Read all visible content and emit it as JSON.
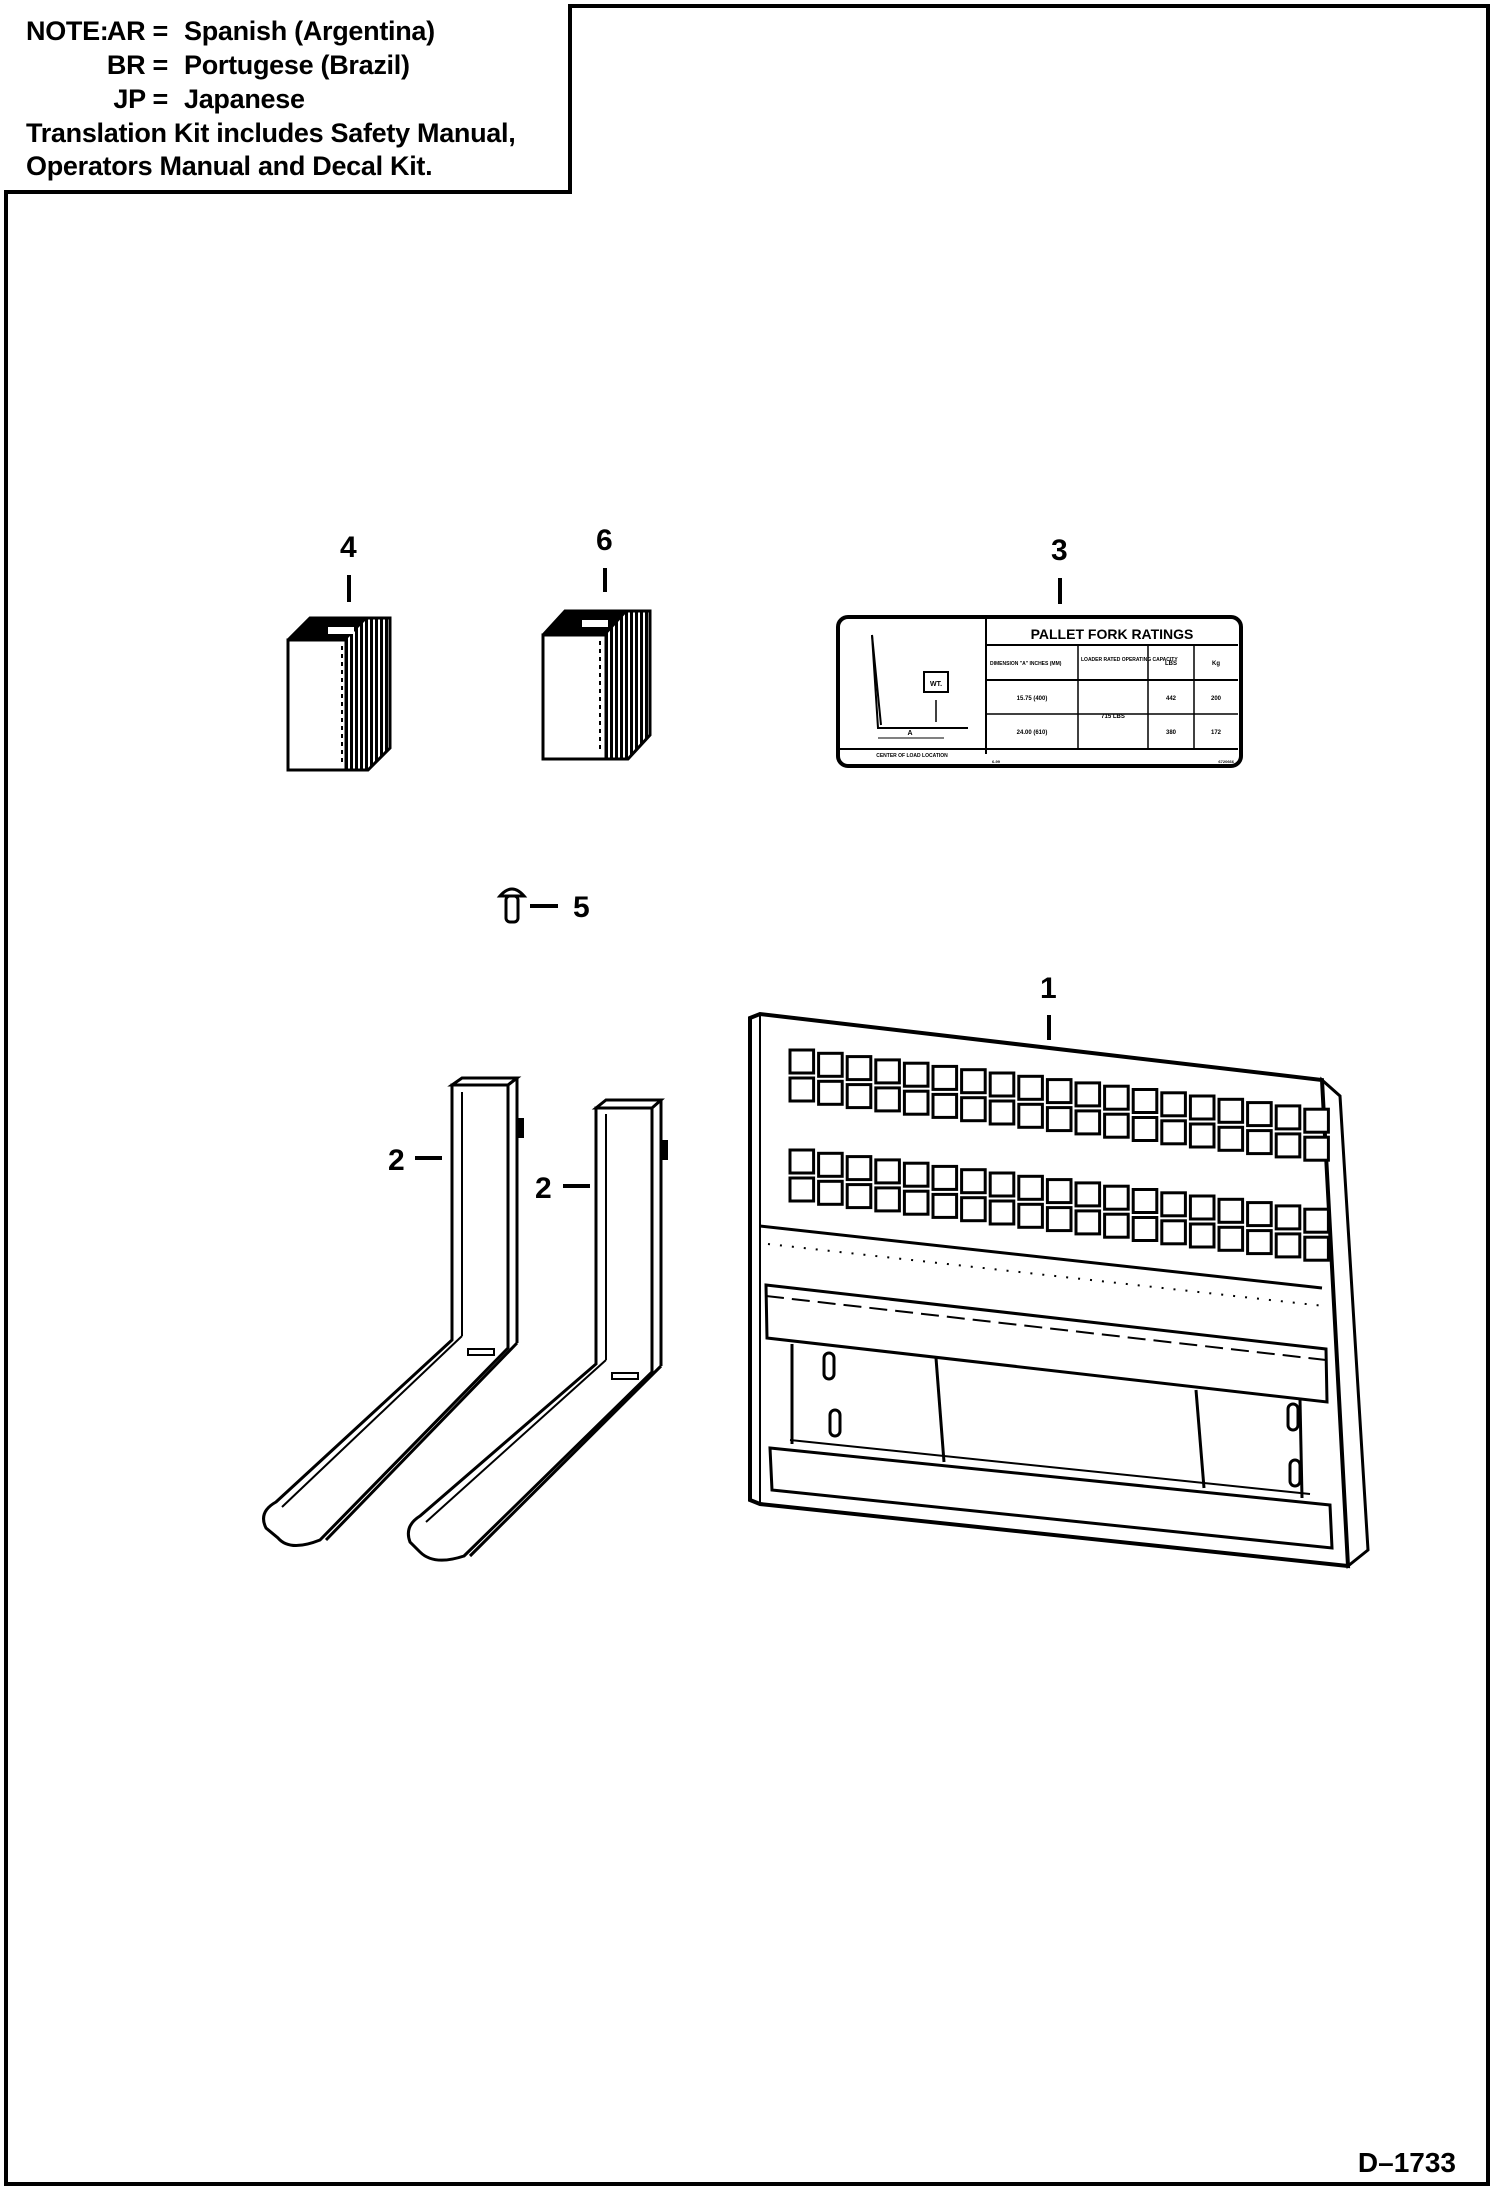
{
  "note": {
    "prefix": "NOTE:",
    "languages": [
      {
        "code": "AR =",
        "name": "Spanish (Argentina)"
      },
      {
        "code": "BR =",
        "name": "Portugese (Brazil)"
      },
      {
        "code": "JP =",
        "name": "Japanese"
      }
    ],
    "kit_line_1": "Translation Kit includes Safety Manual,",
    "kit_line_2": "Operators Manual and Decal Kit."
  },
  "callouts": {
    "frame": "1",
    "fork_left": "2",
    "fork_right": "2",
    "rating_decal": "3",
    "manual_4": "4",
    "pin": "5",
    "manual_6": "6"
  },
  "decal": {
    "title": "PALLET FORK RATINGS",
    "col_dimension": "DIMENSION \"A\" INCHES (MM)",
    "col_capacity": "LOADER RATED OPERATING CAPACITY",
    "col_lbs": "LBS",
    "col_kg": "Kg",
    "row1_dim": "15.75 (400)",
    "row2_dim": "24.00 (610)",
    "capacity": "715 LBS",
    "row1_lbs": "442",
    "row1_kg": "200",
    "row2_lbs": "380",
    "row2_kg": "172",
    "load_center": "CENTER OF LOAD LOCATION",
    "wt_label": "WT.",
    "a_label": "A",
    "footer_left": "6-99",
    "footer_right": "6720666"
  },
  "drawing_number": "D–1733"
}
